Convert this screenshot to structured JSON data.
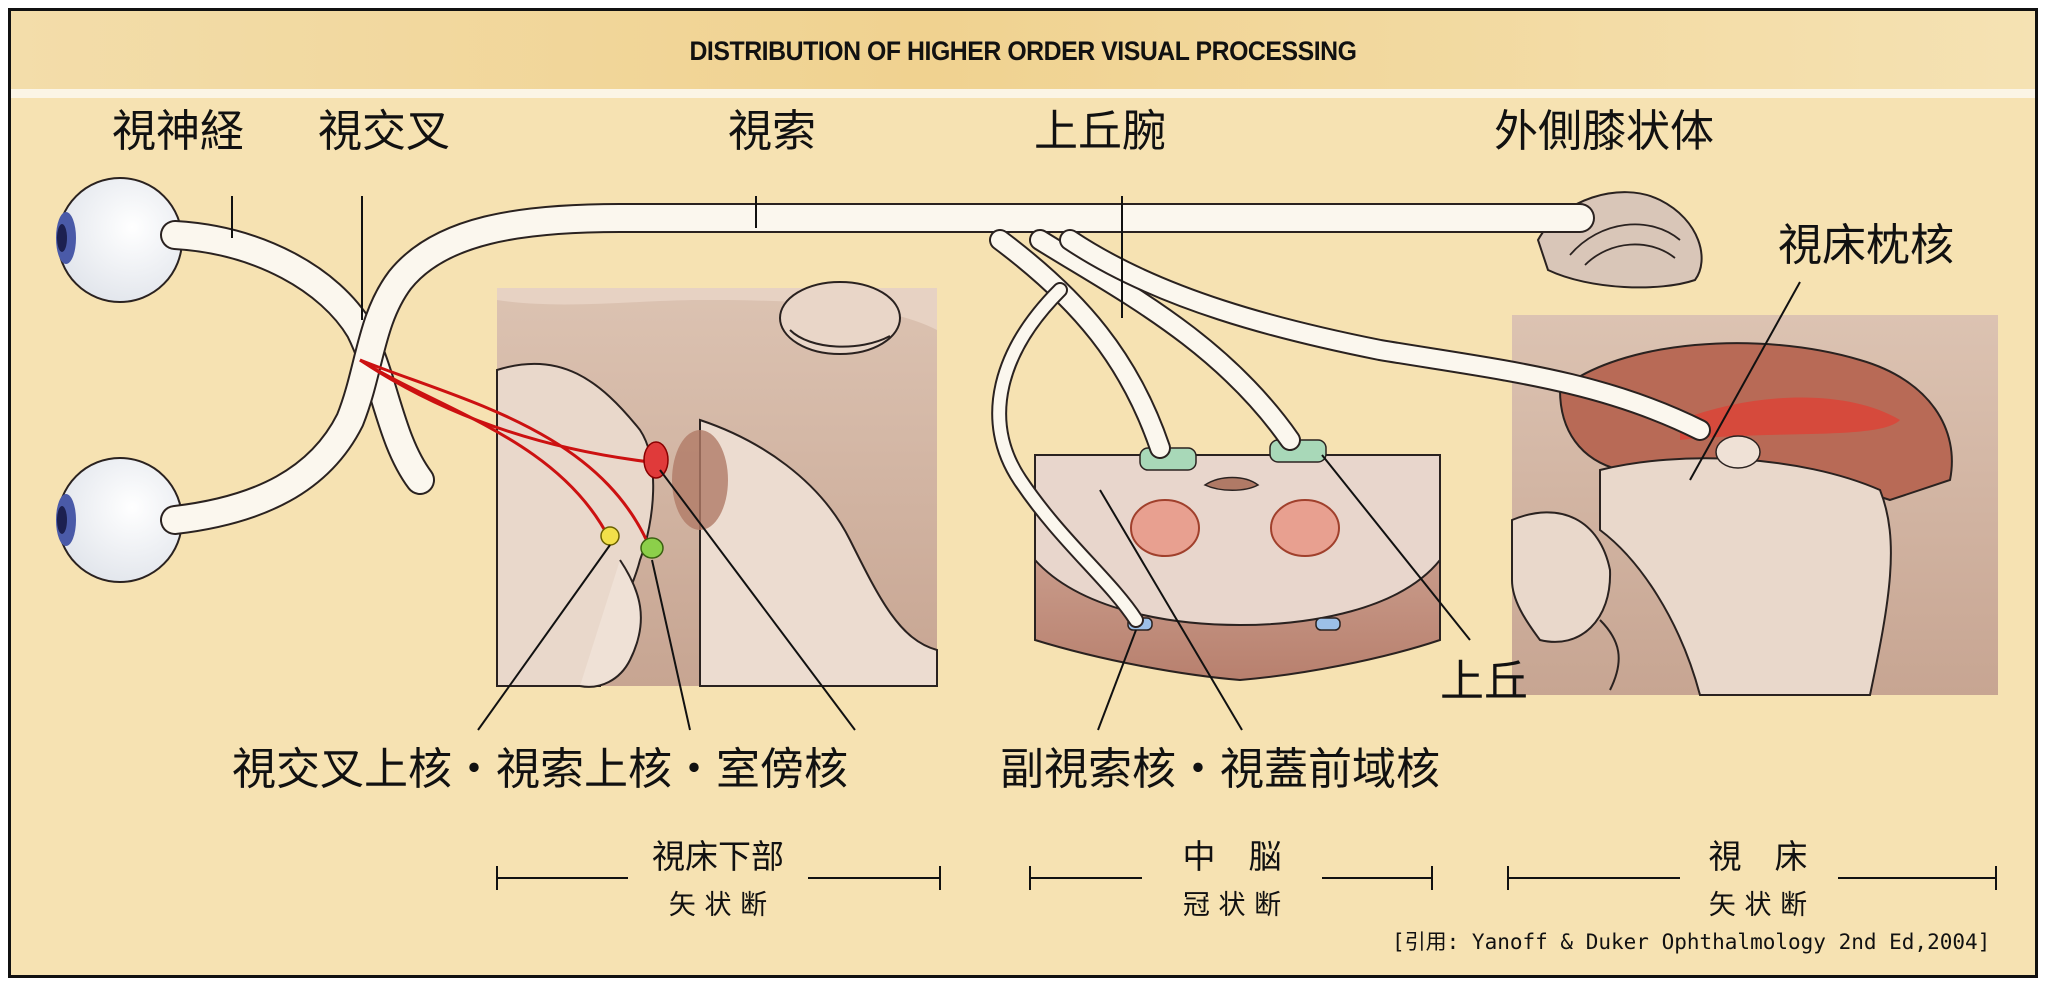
{
  "title": "DISTRIBUTION OF HIGHER ORDER VISUAL PROCESSING",
  "labels": {
    "optic_nerve": "視神経",
    "optic_chiasm": "視交叉",
    "optic_tract": "視索",
    "brachium": "上丘腕",
    "lgn": "外側膝状体",
    "pulvinar": "視床枕核",
    "superior_colliculus": "上丘",
    "hypothalamic_nuclei": "視交叉上核・視索上核・室傍核",
    "midbrain_nuclei": "副視索核・視蓋前域核"
  },
  "sections": {
    "hypothalamus": {
      "region": "視床下部",
      "plane": "矢 状 断"
    },
    "midbrain": {
      "region": "中　脳",
      "plane": "冠 状 断"
    },
    "thalamus": {
      "region": "視　床",
      "plane": "矢 状 断"
    }
  },
  "citation": "[引用: Yanoff & Duker Ophthalmology 2nd Ed,2004]",
  "colors": {
    "background": "#f6e2b2",
    "tissue": "#d9bca8",
    "tissue_dark": "#b88e7a",
    "nerve": "#fbf7ee",
    "red_fiber": "#cc1111",
    "pretectal": "#a8d8b8",
    "colliculus": "#e8a090",
    "accessory": "#9cc0e8",
    "eye_iris": "#4a5aa8"
  }
}
